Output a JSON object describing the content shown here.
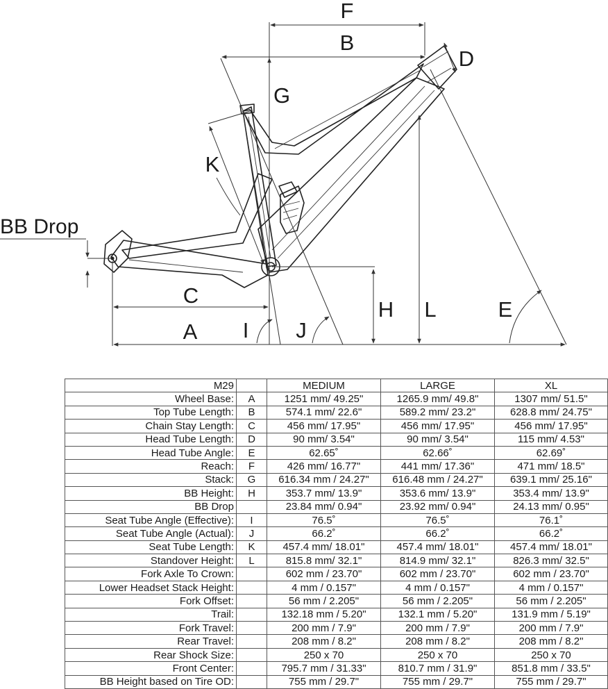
{
  "diagram": {
    "labels": {
      "F": "F",
      "B": "B",
      "D": "D",
      "G": "G",
      "K": "K",
      "BB": "BB Drop",
      "C": "C",
      "A": "A",
      "I": "I",
      "J": "J",
      "H": "H",
      "L": "L",
      "E": "E"
    }
  },
  "table": {
    "header": {
      "model": "M29",
      "letter": "",
      "sizes": [
        "MEDIUM",
        "LARGE",
        "XL"
      ]
    },
    "rows": [
      {
        "label": "Wheel Base:",
        "letter": "A",
        "values": [
          "1251 mm/ 49.25\"",
          "1265.9 mm/ 49.8\"",
          "1307 mm/ 51.5\""
        ]
      },
      {
        "label": "Top Tube Length:",
        "letter": "B",
        "values": [
          "574.1 mm/ 22.6\"",
          "589.2 mm/ 23.2\"",
          "628.8 mm/ 24.75\""
        ]
      },
      {
        "label": "Chain Stay Length:",
        "letter": "C",
        "values": [
          "456 mm/ 17.95\"",
          "456 mm/ 17.95\"",
          "456 mm/ 17.95\""
        ]
      },
      {
        "label": "Head Tube Length:",
        "letter": "D",
        "values": [
          "90 mm/ 3.54\"",
          "90 mm/ 3.54\"",
          "115 mm/ 4.53\""
        ]
      },
      {
        "label": "Head Tube Angle:",
        "letter": "E",
        "values": [
          "62.65˚",
          "62.66˚",
          "62.69˚"
        ]
      },
      {
        "label": "Reach:",
        "letter": "F",
        "values": [
          "426 mm/ 16.77\"",
          "441 mm/ 17.36\"",
          "471 mm/ 18.5\""
        ]
      },
      {
        "label": "Stack:",
        "letter": "G",
        "values": [
          "616.34 mm / 24.27\"",
          "616.48 mm / 24.27\"",
          "639.1 mm/ 25.16\""
        ]
      },
      {
        "label": "BB Height:",
        "letter": "H",
        "values": [
          "353.7 mm/ 13.9\"",
          "353.6 mm/ 13.9\"",
          "353.4 mm/ 13.9\""
        ]
      },
      {
        "label": "BB Drop",
        "letter": "",
        "values": [
          "23.84 mm/ 0.94\"",
          "23.92 mm/ 0.94\"",
          "24.13 mm/ 0.95\""
        ]
      },
      {
        "label": "Seat Tube Angle (Effective):",
        "letter": "I",
        "values": [
          "76.5˚",
          "76.5˚",
          "76.1˚"
        ]
      },
      {
        "label": "Seat Tube Angle (Actual):",
        "letter": "J",
        "values": [
          "66.2˚",
          "66.2˚",
          "66.2˚"
        ]
      },
      {
        "label": "Seat Tube Length:",
        "letter": "K",
        "values": [
          "457.4 mm/ 18.01\"",
          "457.4 mm/ 18.01\"",
          "457.4 mm/ 18.01\""
        ]
      },
      {
        "label": "Standover Height:",
        "letter": "L",
        "values": [
          "815.8 mm/ 32.1\"",
          "814.9 mm/ 32.1\"",
          "826.3 mm/ 32.5\""
        ]
      },
      {
        "label": "Fork Axle To Crown:",
        "letter": "",
        "values": [
          "602 mm / 23.70\"",
          "602 mm / 23.70\"",
          "602 mm / 23.70\""
        ]
      },
      {
        "label": "Lower Headset Stack Height:",
        "letter": "",
        "values": [
          "4 mm / 0.157\"",
          "4 mm / 0.157\"",
          "4 mm / 0.157\""
        ]
      },
      {
        "label": "Fork Offset:",
        "letter": "",
        "values": [
          "56 mm / 2.205\"",
          "56 mm / 2.205\"",
          "56 mm / 2.205\""
        ]
      },
      {
        "label": "Trail:",
        "letter": "",
        "values": [
          "132.18 mm / 5.20\"",
          "132.1 mm / 5.20\"",
          "131.9 mm / 5.19\""
        ]
      },
      {
        "label": "Fork Travel:",
        "letter": "",
        "values": [
          "200 mm / 7.9\"",
          "200 mm / 7.9\"",
          "200 mm / 7.9\""
        ]
      },
      {
        "label": "Rear Travel:",
        "letter": "",
        "values": [
          "208 mm / 8.2\"",
          "208 mm / 8.2\"",
          "208 mm / 8.2\""
        ]
      },
      {
        "label": "Rear Shock Size:",
        "letter": "",
        "values": [
          "250 x 70",
          "250 x 70",
          "250 x 70"
        ]
      },
      {
        "label": "Front Center:",
        "letter": "",
        "values": [
          "795.7 mm / 31.33\"",
          "810.7 mm / 31.9\"",
          "851.8 mm / 33.5\""
        ]
      },
      {
        "label": "BB Height based on Tire OD:",
        "letter": "",
        "values": [
          "755 mm / 29.7\"",
          "755 mm / 29.7\"",
          "755 mm / 29.7\""
        ]
      }
    ]
  }
}
